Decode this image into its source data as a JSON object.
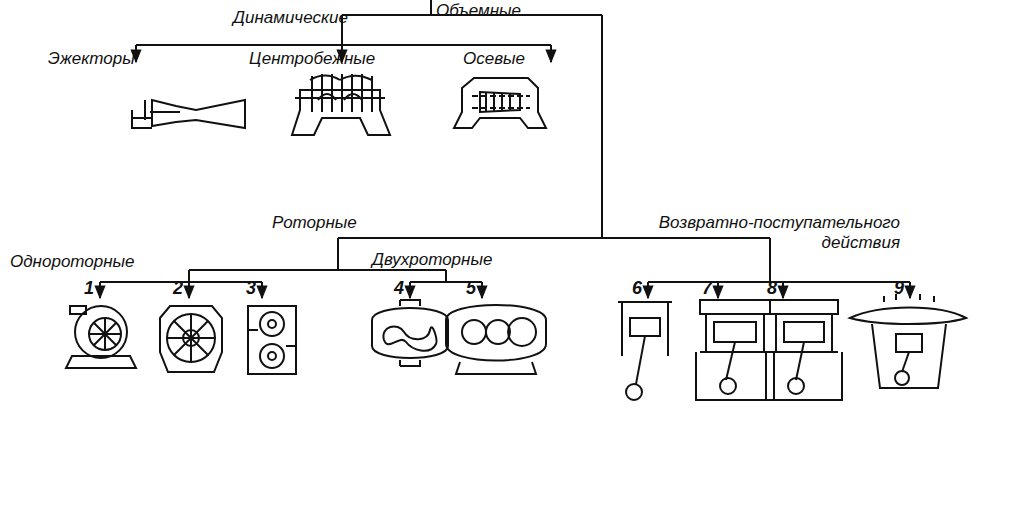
{
  "diagram": {
    "labels": [
      "Динамические",
      "Объемные",
      "Эжекторы",
      "Центробежные",
      "Осевые",
      "Роторные",
      "Возвратно-поступательного действия",
      "Однороторные",
      "Двухроторные",
      "1",
      "2",
      "3",
      "4",
      "5",
      "6",
      "7",
      "8",
      "9"
    ]
  }
}
